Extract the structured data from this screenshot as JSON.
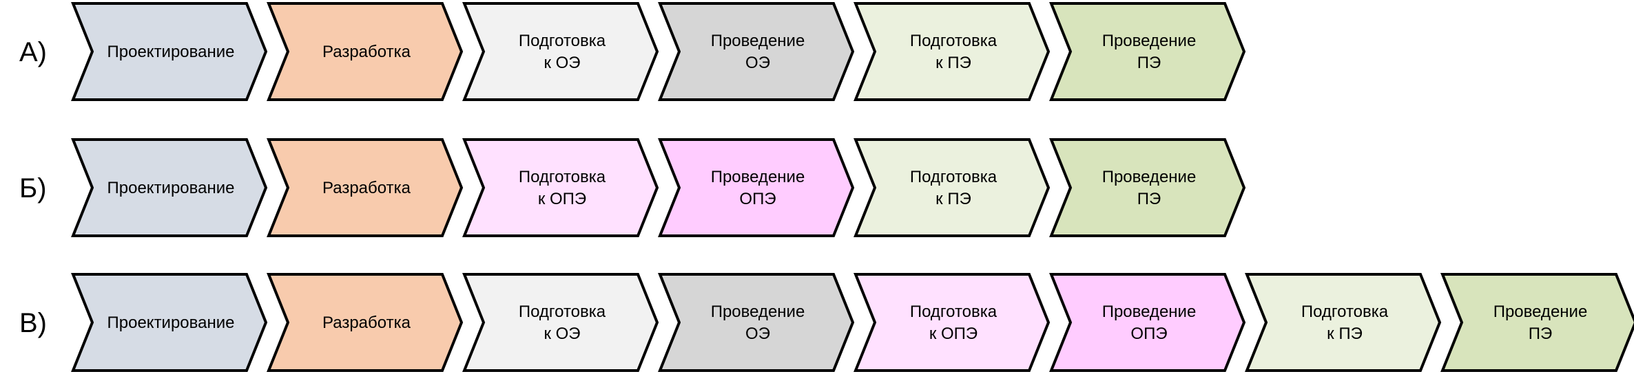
{
  "diagram": {
    "rows": [
      {
        "label": "А)",
        "steps": [
          {
            "lines": [
              "Проектирование"
            ],
            "color": "#d6dce5"
          },
          {
            "lines": [
              "Разработка"
            ],
            "color": "#f8cbad"
          },
          {
            "lines": [
              "Подготовка",
              "к ОЭ"
            ],
            "color": "#f2f2f2"
          },
          {
            "lines": [
              "Проведение",
              "ОЭ"
            ],
            "color": "#d6d6d6"
          },
          {
            "lines": [
              "Подготовка",
              "к ПЭ"
            ],
            "color": "#ebf1de"
          },
          {
            "lines": [
              "Проведение",
              "ПЭ"
            ],
            "color": "#d8e4bc"
          }
        ]
      },
      {
        "label": "Б)",
        "steps": [
          {
            "lines": [
              "Проектирование"
            ],
            "color": "#d6dce5"
          },
          {
            "lines": [
              "Разработка"
            ],
            "color": "#f8cbad"
          },
          {
            "lines": [
              "Подготовка",
              "к ОПЭ"
            ],
            "color": "#ffe1ff"
          },
          {
            "lines": [
              "Проведение",
              "ОПЭ"
            ],
            "color": "#ffccff"
          },
          {
            "lines": [
              "Подготовка",
              "к ПЭ"
            ],
            "color": "#ebf1de"
          },
          {
            "lines": [
              "Проведение",
              "ПЭ"
            ],
            "color": "#d8e4bc"
          }
        ]
      },
      {
        "label": "В)",
        "steps": [
          {
            "lines": [
              "Проектирование"
            ],
            "color": "#d6dce5"
          },
          {
            "lines": [
              "Разработка"
            ],
            "color": "#f8cbad"
          },
          {
            "lines": [
              "Подготовка",
              "к ОЭ"
            ],
            "color": "#f2f2f2"
          },
          {
            "lines": [
              "Проведение",
              "ОЭ"
            ],
            "color": "#d6d6d6"
          },
          {
            "lines": [
              "Подготовка",
              "к ОПЭ"
            ],
            "color": "#ffe1ff"
          },
          {
            "lines": [
              "Проведение",
              "ОПЭ"
            ],
            "color": "#ffccff"
          },
          {
            "lines": [
              "Подготовка",
              "к ПЭ"
            ],
            "color": "#ebf1de"
          },
          {
            "lines": [
              "Проведение",
              "ПЭ"
            ],
            "color": "#d8e4bc"
          }
        ]
      }
    ]
  }
}
